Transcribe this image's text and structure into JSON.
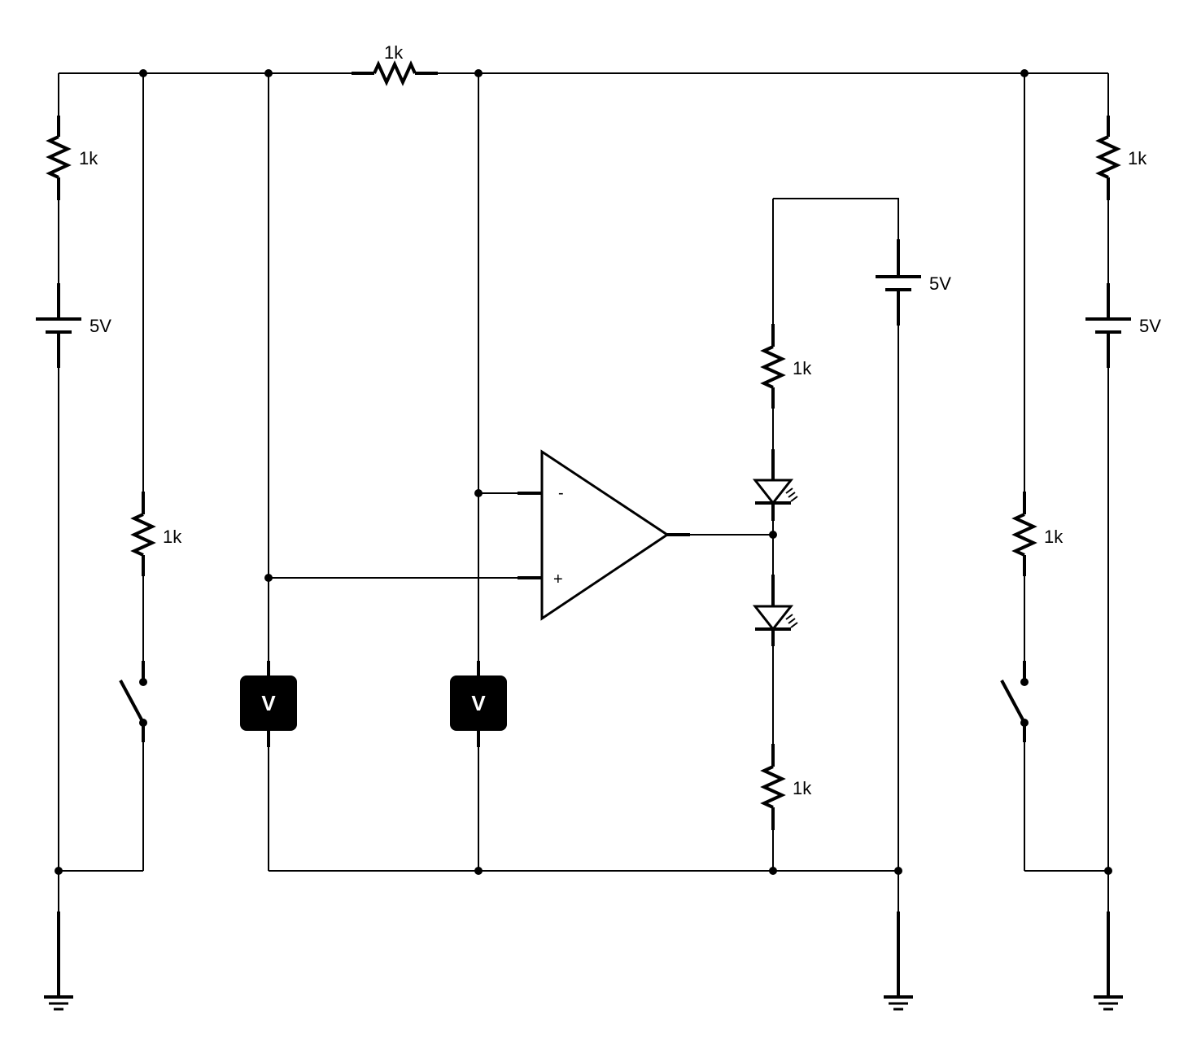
{
  "components": {
    "resistor_top": "1k",
    "resistor_left_top": "1k",
    "resistor_left_mid": "1k",
    "resistor_right_top": "1k",
    "resistor_right_mid": "1k",
    "resistor_led_top": "1k",
    "resistor_led_bottom": "1k",
    "battery_left": "5V",
    "battery_right": "5V",
    "battery_center": "5V",
    "voltmeter_left": "V",
    "voltmeter_right": "V",
    "opamp_minus": "-",
    "opamp_plus": "+"
  }
}
